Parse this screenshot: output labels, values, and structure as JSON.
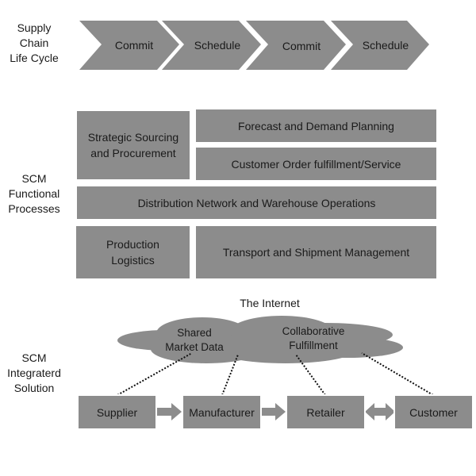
{
  "colors": {
    "box": "#8c8c8c",
    "cloud": "#8c8c8c",
    "text": "#1a1a1a"
  },
  "lifecycle": {
    "label": "Supply\nChain\nLife Cycle",
    "steps": [
      "Commit",
      "Schedule",
      "Commit",
      "Schedule"
    ]
  },
  "functional": {
    "label": "SCM\nFunctional\nProcesses",
    "strategic_sourcing": "Strategic Sourcing and Procurement",
    "forecast": "Forecast and Demand Planning",
    "customer_order": "Customer Order fulfillment/Service",
    "distribution": "Distribution Network and Warehouse Operations",
    "production": "Production Logistics",
    "transport": "Transport and Shipment Management"
  },
  "integrated": {
    "label": "SCM\nIntegraterd\nSolution",
    "internet_label": "The Internet",
    "cloud_left": "Shared\nMarket Data",
    "cloud_right": "Collaborative\nFulfillment",
    "nodes": [
      "Supplier",
      "Manufacturer",
      "Retailer",
      "Customer"
    ]
  }
}
